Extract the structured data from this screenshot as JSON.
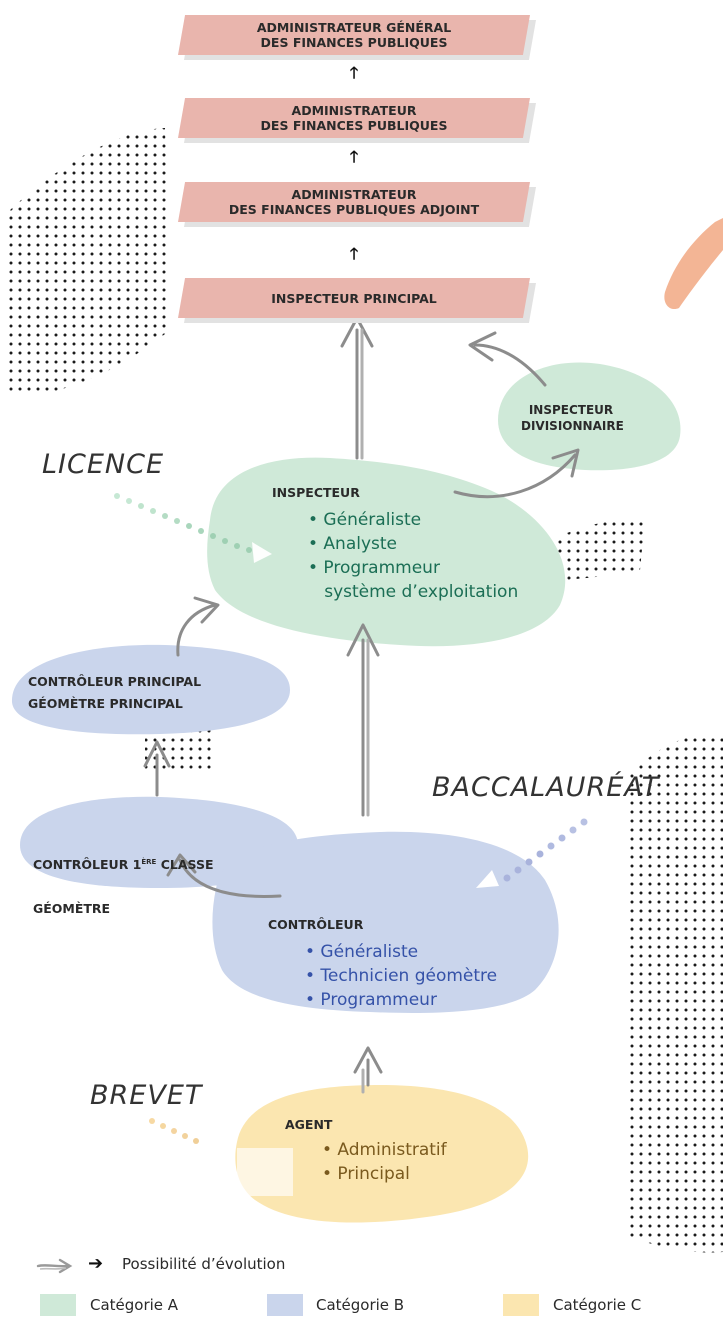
{
  "colors": {
    "catA": "#cfe9d8",
    "catB": "#cad5ec",
    "catC": "#fbe6b0",
    "banner": "#e9b5ad",
    "textA": "#1b6e55",
    "textB": "#3552a8",
    "textC": "#7a5a1e"
  },
  "banners": [
    "ADMINISTRATEUR GÉNÉRAL\nDES FINANCES PUBLIQUES",
    "ADMINISTRATEUR\nDES FINANCES PUBLIQUES",
    "ADMINISTRATEUR\nDES FINANCES PUBLIQUES ADJOINT",
    "INSPECTEUR PRINCIPAL"
  ],
  "up_arrow_glyph": "🡑",
  "divisionnaire": "INSPECTEUR\nDIVISIONNAIRE",
  "inspecteur": {
    "title": "INSPECTEUR",
    "items": [
      "• Généraliste",
      "• Analyste",
      "• Programmeur",
      "   système d’exploitation"
    ]
  },
  "controleur_principal": "CONTRÔLEUR PRINCIPAL\nGÉOMÈTRE PRINCIPAL",
  "controleur_1ere": {
    "line1_a": "CONTRÔLEUR 1",
    "line1_sup": "ÈRE",
    "line1_b": " CLASSE",
    "line2": "GÉOMÈTRE"
  },
  "controleur": {
    "title": "CONTRÔLEUR",
    "items": [
      "• Généraliste",
      "• Technicien géomètre",
      "• Programmeur"
    ]
  },
  "agent": {
    "title": "AGENT",
    "items": [
      "• Administratif",
      "• Principal"
    ]
  },
  "diplomas": {
    "licence": "LICENCE",
    "baccalaureat": "BACCALAURÉAT",
    "brevet": "BREVET"
  },
  "legend": {
    "evolution_arrow_glyph": "➔",
    "evolution": "Possibilité d’évolution",
    "cat_a": "Catégorie A",
    "cat_b": "Catégorie B",
    "cat_c": "Catégorie C"
  }
}
